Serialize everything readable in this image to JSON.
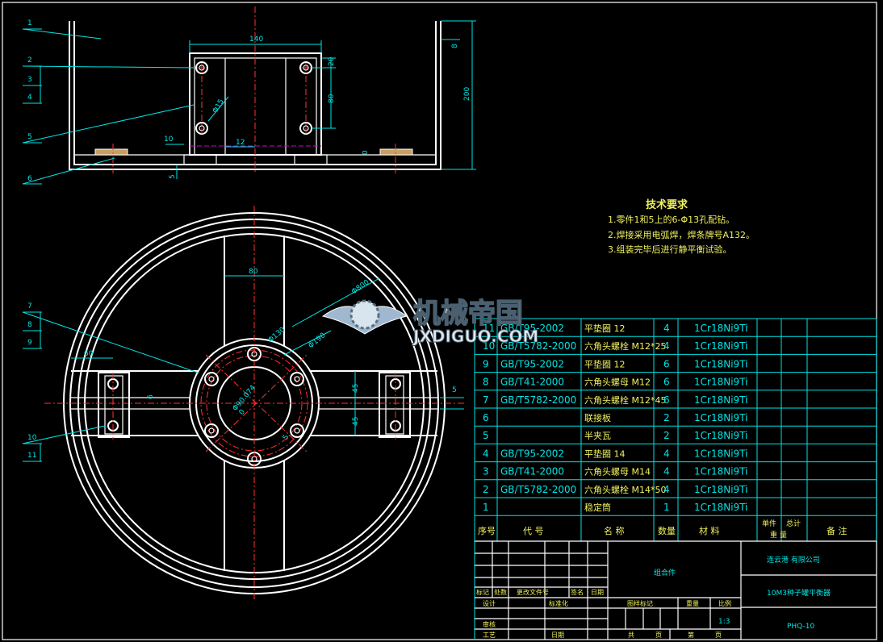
{
  "side_view": {
    "dims": {
      "width": "140",
      "top_offset": "20",
      "hole_pitch": "80",
      "height": "200",
      "right_top": "8",
      "bottom_gap": "10",
      "center_gap": "12",
      "base": "5",
      "pad": "0",
      "hole_dia": "Φ15"
    }
  },
  "plan_view": {
    "dims": {
      "arm_width": "80",
      "outer_dia": "Φ800",
      "ring_dia": "Φ190",
      "bore_dia": "Φ90.074",
      "bore_tol": "0",
      "bolt_circle": "Φ130",
      "left_len": "60",
      "spacing_upper": "45",
      "spacing_lower": "45",
      "right_gap": "5",
      "small_a": "6",
      "small_b": "5"
    }
  },
  "leaders_side": [
    "1",
    "2",
    "3",
    "4",
    "5",
    "6"
  ],
  "leaders_plan": [
    "7",
    "8",
    "9",
    "10",
    "11"
  ],
  "tech": {
    "title": "技术要求",
    "items": [
      "1.零件1和5上的6-Φ13孔配钻。",
      "2.焊接采用电弧焊，焊条牌号A132。",
      "3.组装完毕后进行静平衡试验。"
    ]
  },
  "watermark": {
    "cn": "机械帝国",
    "en": "JXDIGUO.COM"
  },
  "bom": {
    "rows": [
      {
        "no": "11",
        "code": "GB/T95-2002",
        "name": "平垫圈 12",
        "qty": "4",
        "material": "1Cr18Ni9Ti"
      },
      {
        "no": "10",
        "code": "GB/T5782-2000",
        "name": "六角头螺栓 M12*25",
        "qty": "4",
        "material": "1Cr18Ni9Ti"
      },
      {
        "no": "9",
        "code": "GB/T95-2002",
        "name": "平垫圈 12",
        "qty": "6",
        "material": "1Cr18Ni9Ti"
      },
      {
        "no": "8",
        "code": "GB/T41-2000",
        "name": "六角头螺母 M12",
        "qty": "6",
        "material": "1Cr18Ni9Ti"
      },
      {
        "no": "7",
        "code": "GB/T5782-2000",
        "name": "六角头螺栓 M12*45",
        "qty": "6",
        "material": "1Cr18Ni9Ti"
      },
      {
        "no": "6",
        "code": "",
        "name": "联接板",
        "qty": "2",
        "material": "1Cr18Ni9Ti"
      },
      {
        "no": "5",
        "code": "",
        "name": "半夹瓦",
        "qty": "2",
        "material": "1Cr18Ni9Ti"
      },
      {
        "no": "4",
        "code": "GB/T95-2002",
        "name": "平垫圈 14",
        "qty": "4",
        "material": "1Cr18Ni9Ti"
      },
      {
        "no": "3",
        "code": "GB/T41-2000",
        "name": "六角头螺母 M14",
        "qty": "4",
        "material": "1Cr18Ni9Ti"
      },
      {
        "no": "2",
        "code": "GB/T5782-2000",
        "name": "六角头螺栓 M14*50",
        "qty": "4",
        "material": "1Cr18Ni9Ti"
      },
      {
        "no": "1",
        "code": "",
        "name": "稳定筒",
        "qty": "1",
        "material": "1Cr18Ni9Ti"
      }
    ],
    "header": {
      "no": "序号",
      "code": "代 号",
      "name": "名 称",
      "qty": "数量",
      "material": "材 料",
      "single": "单件",
      "total": "总计",
      "weight": "重 量",
      "remark": "备 注"
    }
  },
  "title_block": {
    "assembly_name": "组合件",
    "company": "连云港    有限公司",
    "drawing_name": "10M3种子罐平衡器",
    "drawing_no": "PHQ-10",
    "scale": "1:3",
    "labels": {
      "mark": "标记",
      "count": "处数",
      "change_doc": "更改文件号",
      "sign": "签名",
      "date": "日期",
      "design": "设计",
      "standard": "标准化",
      "review": "审核",
      "process": "工艺",
      "date2": "日期",
      "stage": "图样标记",
      "weight": "重量",
      "scale": "比例",
      "sheets": "共",
      "sheet_unit": "页",
      "sheet": "第",
      "sheet_unit2": "页"
    }
  }
}
